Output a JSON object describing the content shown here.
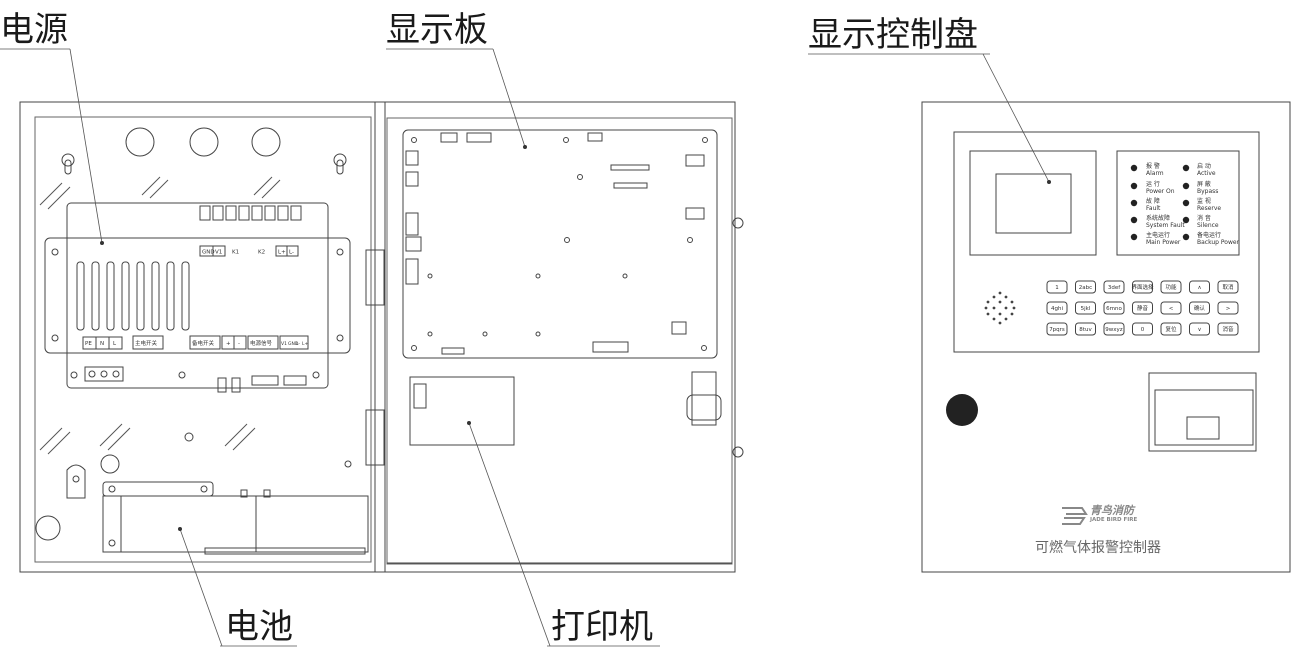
{
  "callouts": {
    "power_supply": "电源",
    "display_board": "显示板",
    "display_control_panel": "显示控制盘",
    "battery": "电池",
    "printer": "打印机"
  },
  "terminal_labels": {
    "top_row": [
      "GND",
      "V1",
      "K1",
      "K2",
      "L+",
      "L-"
    ],
    "bottom_left": [
      "PE",
      "N",
      "L"
    ],
    "main_switch": "主电开关",
    "backup_switch": "备电开关",
    "plus": "+",
    "minus": "-",
    "power_signal": "电源信号",
    "out_row": [
      "V1",
      "GND",
      "L-",
      "L+"
    ]
  },
  "indicators": [
    {
      "cn": "报 警",
      "en": "Alarm"
    },
    {
      "cn": "启 动",
      "en": "Active"
    },
    {
      "cn": "运 行",
      "en": "Power On"
    },
    {
      "cn": "屏 蔽",
      "en": "Bypass"
    },
    {
      "cn": "故 障",
      "en": "Fault"
    },
    {
      "cn": "监 视",
      "en": "Reserve"
    },
    {
      "cn": "系统故障",
      "en": "System Fault"
    },
    {
      "cn": "消 音",
      "en": "Silence"
    },
    {
      "cn": "主电运行",
      "en": "Main Power"
    },
    {
      "cn": "备电运行",
      "en": "Backup Power"
    }
  ],
  "keypad": [
    [
      "1",
      "2abc",
      "3def",
      "界面选择",
      "功能",
      "∧",
      "取消"
    ],
    [
      "4ghi",
      "5jkl",
      "6mno",
      "静音",
      "<",
      "确认",
      ">"
    ],
    [
      "7pqrs",
      "8tuv",
      "9wxyz",
      "0",
      "复位",
      "∨",
      "消音"
    ]
  ],
  "brand": {
    "logo_text": "青鸟消防",
    "logo_en": "JADE BIRD FIRE",
    "product_name": "可燃气体报警控制器"
  }
}
